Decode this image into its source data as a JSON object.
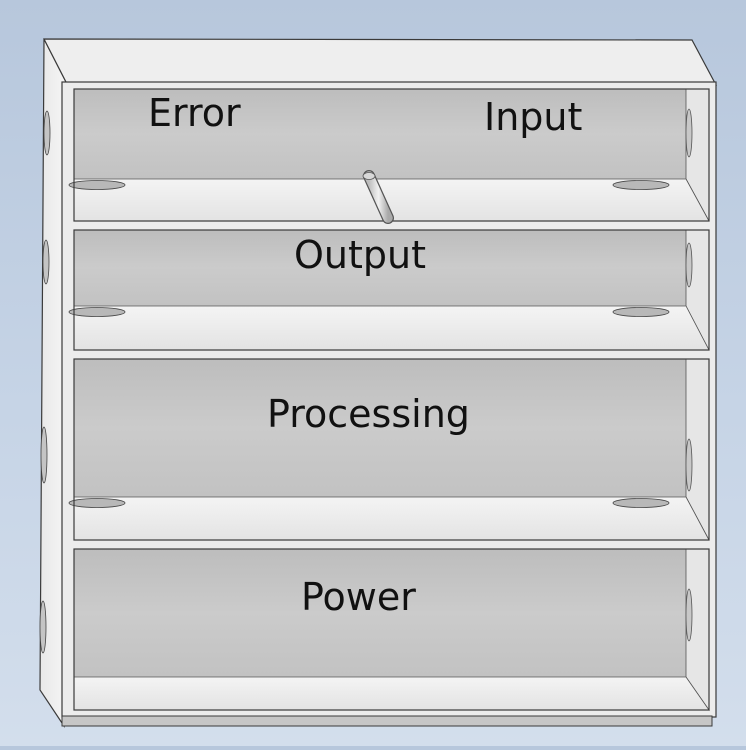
{
  "colors": {
    "background_top": "#b7c7dc",
    "background_bottom": "#d3deec",
    "frame": "#ececec",
    "shelf": "#eeeeee",
    "back_panel": "#c4c4c4",
    "outline": "#3a3a3a",
    "label": "#111111"
  },
  "compartments": [
    {
      "id": "top",
      "labels": [
        "Error",
        "Input"
      ]
    },
    {
      "id": "second",
      "labels": [
        "Output"
      ]
    },
    {
      "id": "third",
      "labels": [
        "Processing"
      ]
    },
    {
      "id": "bottom",
      "labels": [
        "Power"
      ]
    }
  ]
}
